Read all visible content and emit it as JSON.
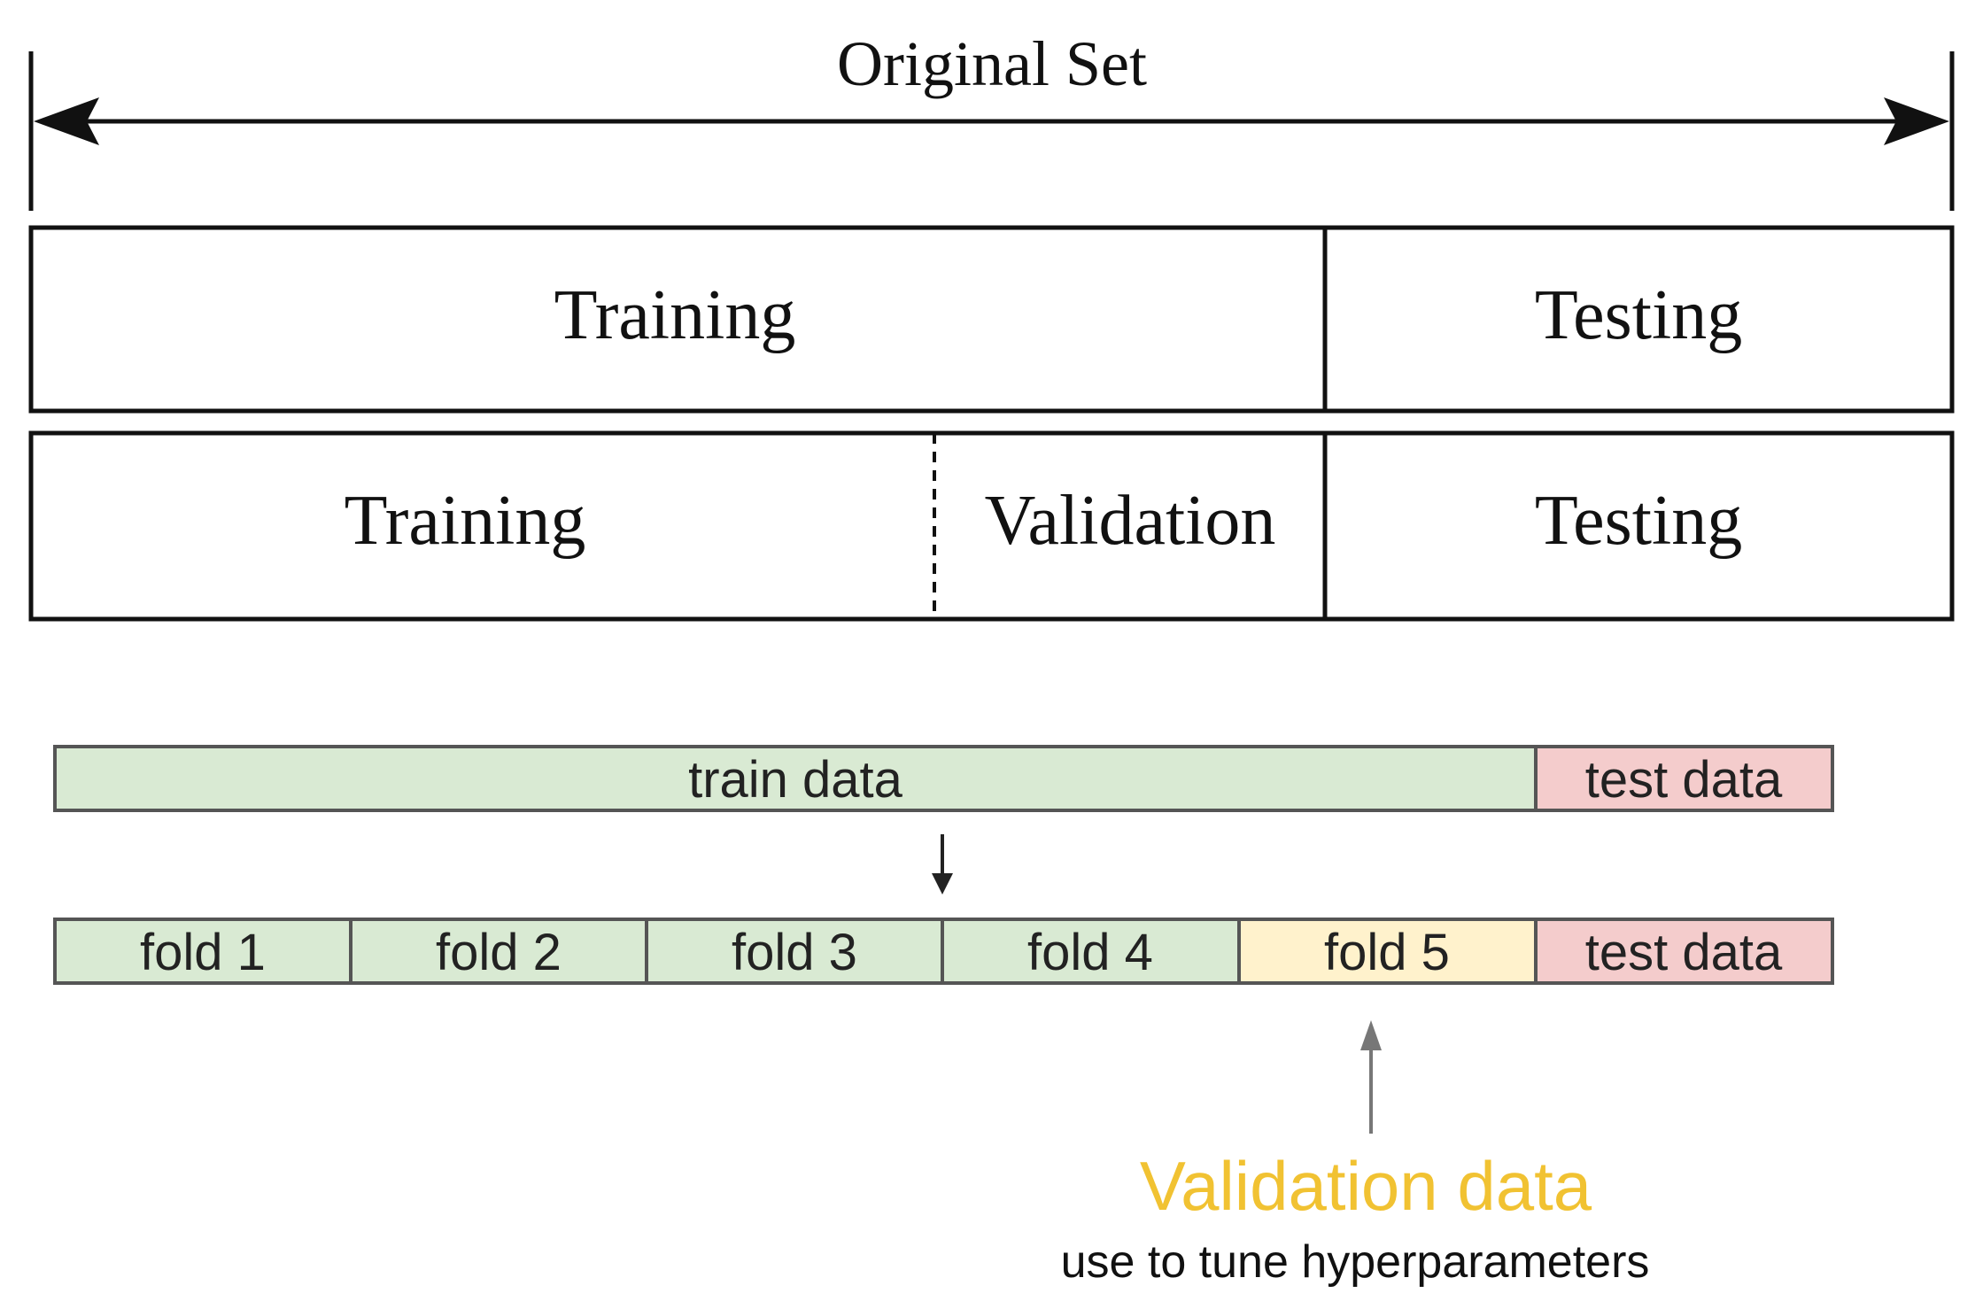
{
  "top_diagram": {
    "span_label": "Original Set",
    "split_row": {
      "training": "Training",
      "testing": "Testing"
    },
    "validation_row": {
      "training": "Training",
      "validation": "Validation",
      "testing": "Testing"
    }
  },
  "bottom_diagram": {
    "train_label": "train data",
    "test_label": "test data",
    "folds": [
      "fold 1",
      "fold 2",
      "fold 3",
      "fold 4",
      "fold 5"
    ],
    "validation_fold_index": 4,
    "callout_title": "Validation data",
    "callout_subtitle": "use to tune hyperparameters"
  },
  "colors": {
    "train_fill": "#d9ead3",
    "test_fill": "#f4cccc",
    "validation_fill": "#fff2cc",
    "callout_title": "#f1c232",
    "line": "#111111"
  }
}
